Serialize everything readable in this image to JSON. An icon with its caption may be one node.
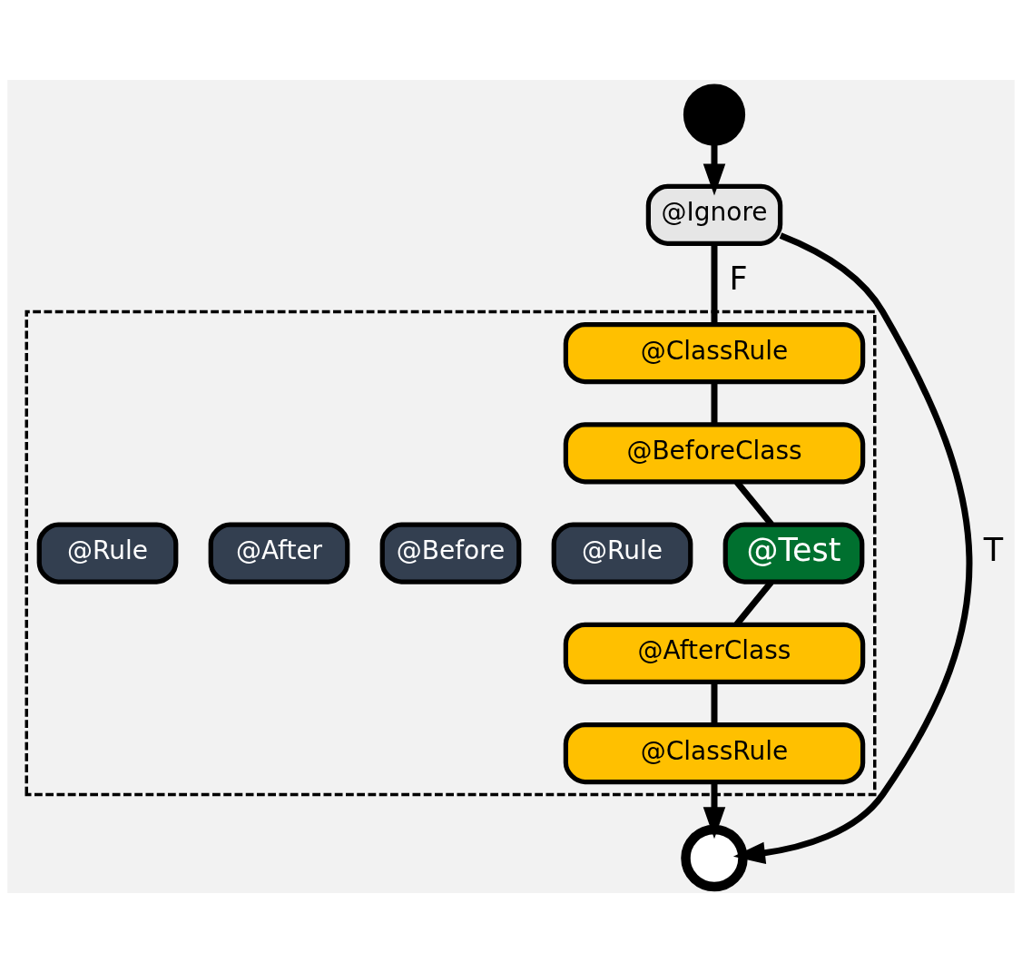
{
  "diagram": {
    "nodes": [
      {
        "text": [],
        "shape": "circle"
      },
      {
        "text": [
          "@Ignore"
        ]
      },
      {
        "text": [],
        "shape": "box"
      },
      {
        "text": [
          "@ClassRule"
        ],
        "in": 2
      },
      {
        "text": [
          "@BeforeClass"
        ],
        "in": 2
      },
      {
        "text": [
          "@Rule"
        ],
        "in": 2
      },
      {
        "text": [
          "@Before"
        ],
        "in": 2
      },
      {
        "text": [
          "@Test"
        ],
        "in": 2
      },
      {
        "text": [
          "@After"
        ],
        "in": 2
      },
      {
        "text": [
          "@Rule"
        ],
        "in": 2
      },
      {
        "text": [
          "@AfterClass"
        ],
        "in": 2
      },
      {
        "text": [
          "@ClassRule"
        ],
        "in": 2
      },
      {
        "text": [],
        "shape": "circle"
      }
    ],
    "edges": [
      {
        "from": 0,
        "to": 1,
        "arrow": "to"
      },
      {
        "from": 1,
        "to": 3,
        "arrow": "none",
        "label": "F"
      },
      {
        "from": 3,
        "to": 4,
        "arrow": "none"
      },
      {
        "from": 4,
        "to": 7,
        "arrow": "none"
      },
      {
        "from": 7,
        "to": 10,
        "arrow": "none"
      },
      {
        "from": 10,
        "to": 11,
        "arrow": "none"
      },
      {
        "from": 11,
        "to": 12,
        "arrow": "to"
      },
      {
        "from": 1,
        "to": 12,
        "arrow": "to",
        "label": "T"
      }
    ]
  }
}
